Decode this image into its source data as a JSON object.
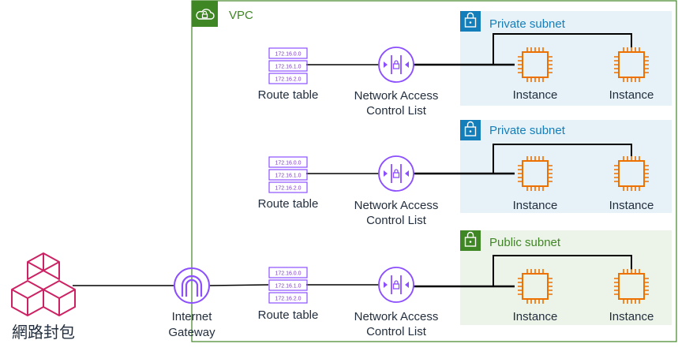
{
  "source": {
    "label": "網路封包",
    "icon": "packet-cubes-icon",
    "color": "#cc2264"
  },
  "gateway": {
    "label_line1": "Internet",
    "label_line2": "Gateway",
    "icon": "internet-gateway-icon",
    "color": "#8c4fff"
  },
  "vpc": {
    "label": "VPC",
    "icon": "cloud-lock-icon",
    "color": "#3f8624"
  },
  "route_table": {
    "label": "Route table",
    "entries": [
      "172.16.0.0",
      "172.16.1.0",
      "172.16.2.0"
    ],
    "color": "#8c4fff"
  },
  "nacl": {
    "label_line1": "Network Access",
    "label_line2": "Control List",
    "icon": "nacl-icon",
    "color": "#8c4fff"
  },
  "subnets": [
    {
      "label": "Private subnet",
      "kind": "private",
      "instances": [
        "Instance",
        "Instance"
      ]
    },
    {
      "label": "Private subnet",
      "kind": "private",
      "instances": [
        "Instance",
        "Instance"
      ]
    },
    {
      "label": "Public subnet",
      "kind": "public",
      "instances": [
        "Instance",
        "Instance"
      ]
    }
  ],
  "colors": {
    "private_bg": "#e6f2f8",
    "private_accent": "#147eba",
    "public_bg": "#ecf3e8",
    "public_accent": "#3f8624",
    "instance": "#ed7100",
    "line": "#000000"
  }
}
